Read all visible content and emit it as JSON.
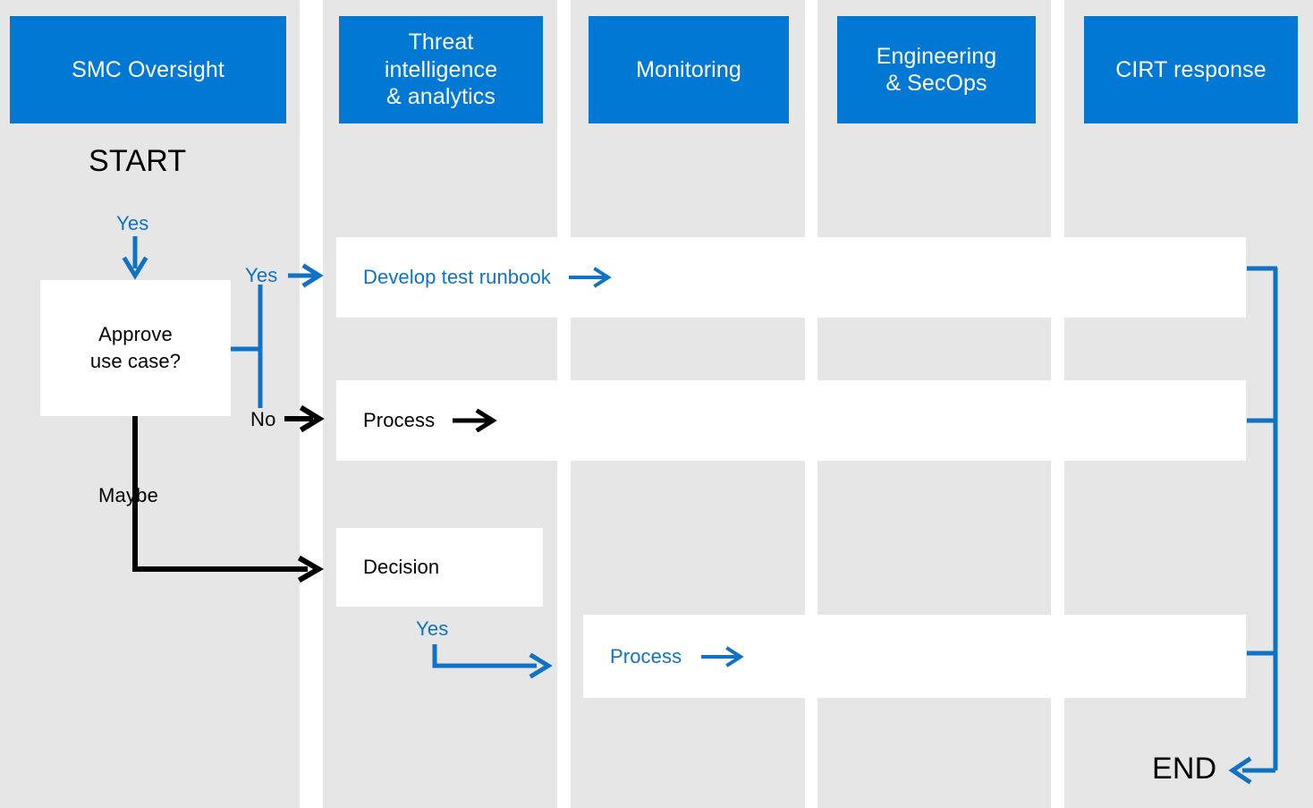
{
  "diagram": {
    "type": "swimlane-flowchart",
    "title": "SMC use case swimlane flow",
    "colors": {
      "lane_background": "#e6e6e6",
      "header_blue": "#0078d4",
      "connector_blue": "#0f72c4",
      "connector_black": "#000000",
      "box_fill": "#ffffff",
      "page_background": "#ffffff"
    }
  },
  "lanes": [
    {
      "id": "smc-oversight",
      "header": "SMC Oversight"
    },
    {
      "id": "threat-intel",
      "header": "Threat\nintelligence\n& analytics"
    },
    {
      "id": "monitoring",
      "header": "Monitoring"
    },
    {
      "id": "engineering-secops",
      "header": "Engineering\n& SecOps"
    },
    {
      "id": "cirt-response",
      "header": "CIRT response"
    }
  ],
  "markers": {
    "start": "START",
    "end": "END"
  },
  "nodes": [
    {
      "id": "approve-use-case",
      "lane": "smc-oversight",
      "label": "Approve\nuse case?",
      "kind": "decision",
      "text_color": "black"
    },
    {
      "id": "develop-test-runbook",
      "lane": "threat-intel",
      "label": "Develop test runbook",
      "kind": "process",
      "text_color": "blue",
      "arrow": "right-arrow-icon",
      "arrow_color": "blue"
    },
    {
      "id": "process-1",
      "lane": "threat-intel",
      "label": "Process",
      "kind": "process",
      "text_color": "black",
      "arrow": "right-arrow-icon",
      "arrow_color": "black"
    },
    {
      "id": "decision-1",
      "lane": "threat-intel",
      "label": "Decision",
      "kind": "decision",
      "text_color": "black"
    },
    {
      "id": "process-2",
      "lane": "monitoring",
      "label": "Process",
      "kind": "process",
      "text_color": "blue",
      "arrow": "right-arrow-icon",
      "arrow_color": "blue"
    }
  ],
  "connector_labels": [
    {
      "id": "start-yes",
      "text": "Yes",
      "color": "blue"
    },
    {
      "id": "approve-yes",
      "text": "Yes",
      "color": "blue"
    },
    {
      "id": "approve-no",
      "text": "No",
      "color": "black"
    },
    {
      "id": "approve-maybe",
      "text": "Maybe",
      "color": "black"
    },
    {
      "id": "decision-yes",
      "text": "Yes",
      "color": "blue"
    }
  ],
  "edges": [
    {
      "from": "START",
      "to": "approve-use-case",
      "label": "Yes",
      "color": "blue"
    },
    {
      "from": "approve-use-case",
      "to": "develop-test-runbook",
      "label": "Yes",
      "color": "blue"
    },
    {
      "from": "approve-use-case",
      "to": "process-1",
      "label": "No",
      "color": "black"
    },
    {
      "from": "approve-use-case",
      "to": "decision-1",
      "label": "Maybe",
      "color": "black"
    },
    {
      "from": "decision-1",
      "to": "process-2",
      "label": "Yes",
      "color": "blue"
    },
    {
      "from": "develop-test-runbook",
      "to": "END",
      "label": "",
      "color": "blue"
    },
    {
      "from": "process-1",
      "to": "END",
      "label": "",
      "color": "blue"
    },
    {
      "from": "process-2",
      "to": "END",
      "label": "",
      "color": "blue"
    }
  ]
}
